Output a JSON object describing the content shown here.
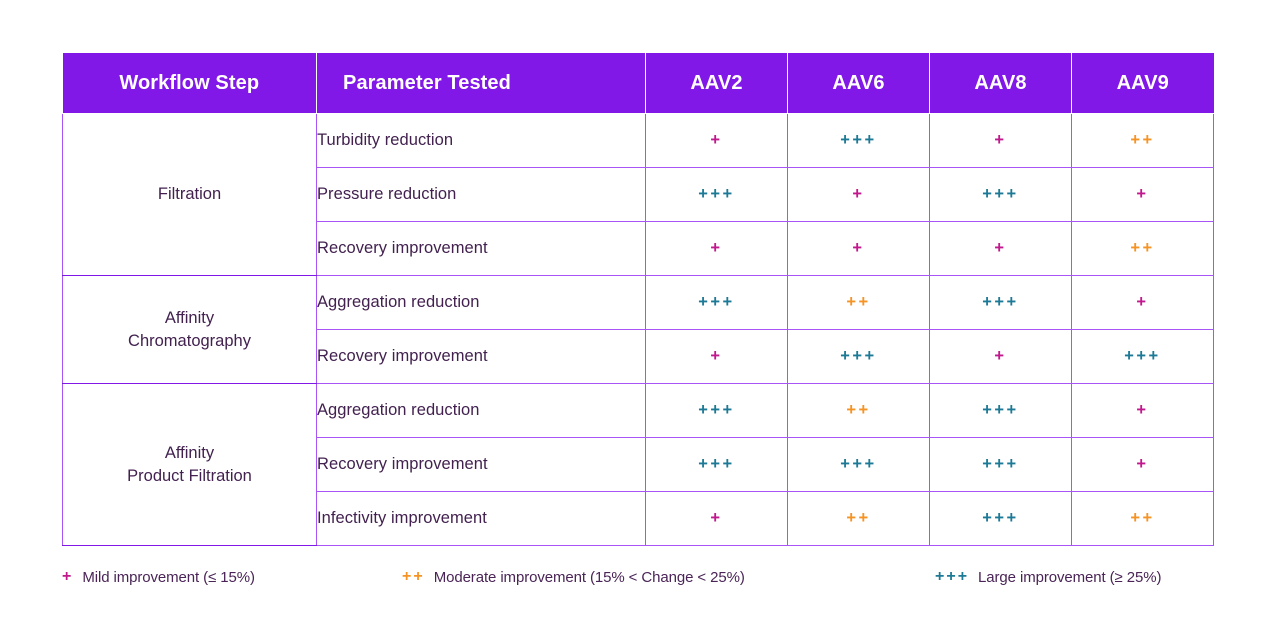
{
  "table": {
    "headers": [
      {
        "label": "Workflow Step",
        "name": "header-workflow-step"
      },
      {
        "label": "Parameter Tested",
        "name": "header-parameter-tested"
      },
      {
        "label": "AAV2",
        "name": "header-aav2"
      },
      {
        "label": "AAV6",
        "name": "header-aav6"
      },
      {
        "label": "AAV8",
        "name": "header-aav8"
      },
      {
        "label": "AAV9",
        "name": "header-aav9"
      }
    ],
    "groups": [
      {
        "step": "Filtration",
        "rows": [
          {
            "parameter": "Turbidity reduction",
            "aav2": "+",
            "aav6": "+++",
            "aav8": "+",
            "aav9": "++"
          },
          {
            "parameter": "Pressure reduction",
            "aav2": "+++",
            "aav6": "+",
            "aav8": "+++",
            "aav9": "+"
          },
          {
            "parameter": "Recovery improvement",
            "aav2": "+",
            "aav6": "+",
            "aav8": "+",
            "aav9": "++"
          }
        ]
      },
      {
        "step": "Affinity\nChromatography",
        "rows": [
          {
            "parameter": "Aggregation reduction",
            "aav2": "+++",
            "aav6": "++",
            "aav8": "+++",
            "aav9": "+"
          },
          {
            "parameter": "Recovery improvement",
            "aav2": "+",
            "aav6": "+++",
            "aav8": "+",
            "aav9": "+++"
          }
        ]
      },
      {
        "step": "Affinity\nProduct Filtration",
        "rows": [
          {
            "parameter": "Aggregation reduction",
            "aav2": "+++",
            "aav6": "++",
            "aav8": "+++",
            "aav9": "+"
          },
          {
            "parameter": "Recovery improvement",
            "aav2": "+++",
            "aav6": "+++",
            "aav8": "+++",
            "aav9": "+"
          },
          {
            "parameter": "Infectivity improvement",
            "aav2": "+",
            "aav6": "++",
            "aav8": "+++",
            "aav9": "++"
          }
        ]
      }
    ]
  },
  "legend": {
    "items": [
      {
        "mark": "+",
        "label": "Mild improvement (≤ 15%)",
        "level": "mild"
      },
      {
        "mark": "++",
        "label": "Moderate improvement (15% < Change < 25%)",
        "level": "moderate"
      },
      {
        "mark": "+++",
        "label": "Large improvement (≥ 25%)",
        "level": "large"
      }
    ]
  },
  "colors": {
    "header_purple": "#8118E8",
    "grid_purple": "#A855F7",
    "group_border": "#8118E8",
    "step_background": "#F0EAF2",
    "text_dark": "#42214F",
    "mild": "#C2188D",
    "moderate": "#F59425",
    "large": "#1D7A96",
    "page_background": "#FFFFFF"
  }
}
